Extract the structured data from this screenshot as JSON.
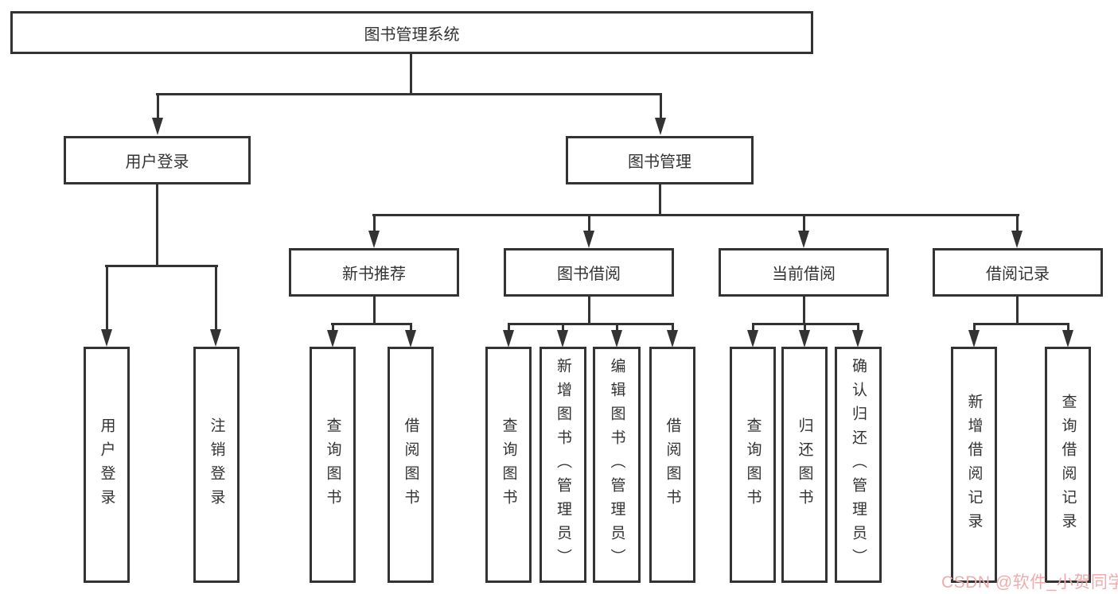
{
  "tree": {
    "label": "图书管理系统",
    "children": [
      {
        "label": "用户登录",
        "children": [
          {
            "label": "用户登录"
          },
          {
            "label": "注销登录"
          }
        ]
      },
      {
        "label": "图书管理",
        "children": [
          {
            "label": "新书推荐",
            "children": [
              {
                "label": "查询图书"
              },
              {
                "label": "借阅图书"
              }
            ]
          },
          {
            "label": "图书借阅",
            "children": [
              {
                "label": "查询图书"
              },
              {
                "label": "新增图书（管理员）"
              },
              {
                "label": "编辑图书（管理员）"
              },
              {
                "label": "借阅图书"
              }
            ]
          },
          {
            "label": "当前借阅",
            "children": [
              {
                "label": "查询图书"
              },
              {
                "label": "归还图书"
              },
              {
                "label": "确认归还（管理员）"
              }
            ]
          },
          {
            "label": "借阅记录",
            "children": [
              {
                "label": "新增借阅记录"
              },
              {
                "label": "查询借阅记录"
              }
            ]
          }
        ]
      }
    ]
  },
  "watermark": {
    "text": "CSDN @软件_小贺同学",
    "color": "#f2abab"
  },
  "colors": {
    "line": "#333333",
    "box_border": "#333333",
    "background": "#ffffff"
  }
}
